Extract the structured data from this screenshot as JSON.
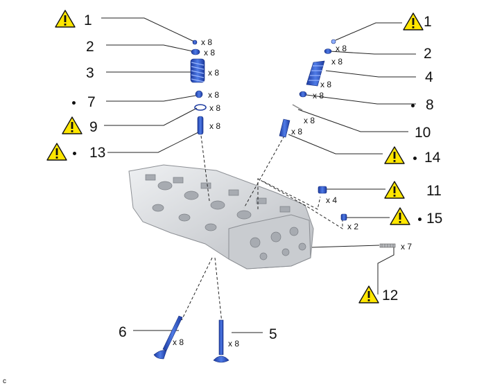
{
  "callouts": {
    "l1": "1",
    "l2": "2",
    "l3": "3",
    "l7": "7",
    "l9": "9",
    "l13": "13",
    "r1": "1",
    "r2": "2",
    "r4": "4",
    "r8": "8",
    "r10": "10",
    "r14": "14",
    "r11": "11",
    "r15": "15",
    "r12": "12",
    "b6": "6",
    "b5": "5"
  },
  "quantities": {
    "q_l1": "x 8",
    "q_l2": "x 8",
    "q_l3": "x 8",
    "q_l7": "x 8",
    "q_l9": "x 8",
    "q_l13": "x 8",
    "q_r1": "x 8",
    "q_r2": "x 8",
    "q_r4": "x 8",
    "q_r8": "x 8",
    "q_r10": "x 8",
    "q_r14": "x 8",
    "q_r11": "x 4",
    "q_r15": "x 2",
    "q_r12": "x 7",
    "q_b6": "x 8",
    "q_b5": "x 8"
  },
  "footer_code": "c",
  "colors": {
    "part_blue": "#2f56c6",
    "warning_yellow": "#ffe600",
    "head_gray": "#d9dbde"
  }
}
